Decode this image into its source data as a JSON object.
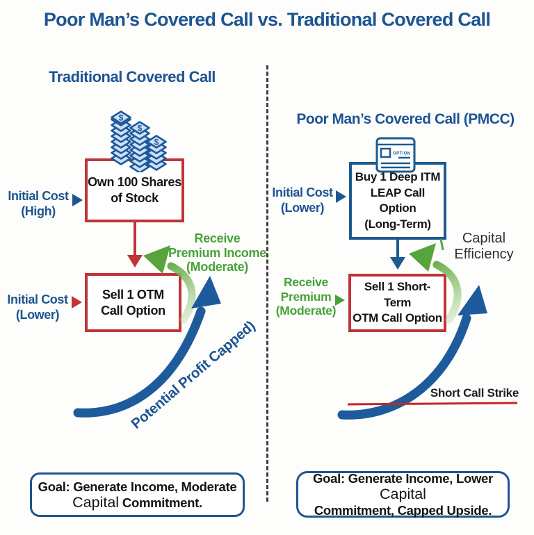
{
  "title": "Poor Man’s Covered Call vs. Traditional Covered Call",
  "colors": {
    "heading_blue": "#1d5492",
    "box_red": "#bf3438",
    "box_blue": "#1d5a8f",
    "green": "#47a23a",
    "curve_blue": "#1e5b9d",
    "strike_red": "#c42727"
  },
  "left": {
    "header": "Traditional Covered Call",
    "cost_high": {
      "l1": "Initial Cost",
      "l2": "(High)"
    },
    "cost_lower": {
      "l1": "Initial Cost",
      "l2": "(Lower)"
    },
    "box_shares": "Own 100 Shares\nof Stock",
    "box_sell": "Sell 1 OTM\nCall Option",
    "premium": {
      "l1": "Receive",
      "l2": "Premium Income",
      "l3": "(Moderate)"
    },
    "curve_label": "Potential Profit Capped)",
    "goal": {
      "label": "Goal:",
      "line1_rest": " Generate Income, Moderate",
      "capital": "Capital",
      "line2_rest": " Commitment."
    }
  },
  "right": {
    "header": "Poor Man’s Covered Call (PMCC)",
    "cost_lower": {
      "l1": "Initial Cost",
      "l2": "(Lower)"
    },
    "box_buy": "Buy 1 Deep ITM\nLEAP Call Option\n(Long-Term)",
    "box_sell": "Sell 1 Short-Term\nOTM Call Option",
    "premium": {
      "l1": "Receive",
      "l2": "Premium",
      "l3": "(Moderate)"
    },
    "capital_efficiency": {
      "l1": "Capital",
      "l2": "Efficiency"
    },
    "strike_label": "Short Call Strike",
    "goal": {
      "label": "Goal:",
      "line1_rest": " Generate Income, Lower ",
      "capital": "Capital",
      "line2": "Commitment, Capped Upside."
    }
  },
  "icons": {
    "coin_symbol": "$",
    "option_card_label": "OPTION"
  }
}
